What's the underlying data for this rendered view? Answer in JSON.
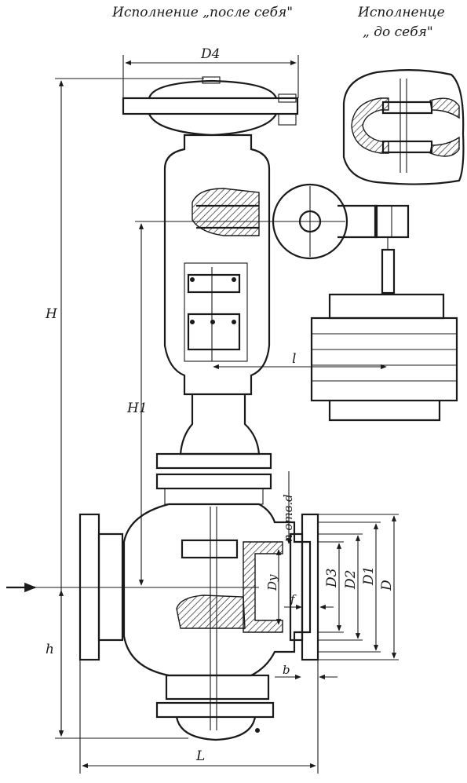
{
  "headings": {
    "after_self": "Исполнение „после себя\"",
    "before_self_line1": "Исполненце",
    "before_self_line2": "„ до себя\""
  },
  "dimensions": {
    "D4": "D4",
    "H": "H",
    "H1": "H1",
    "h": "h",
    "l": "l",
    "L": "L",
    "n_otv_d": "n отв.d",
    "Dy": "Dy",
    "D3": "D3",
    "D2": "D2",
    "D1": "D1",
    "D": "D",
    "f": "f",
    "b": "b"
  }
}
